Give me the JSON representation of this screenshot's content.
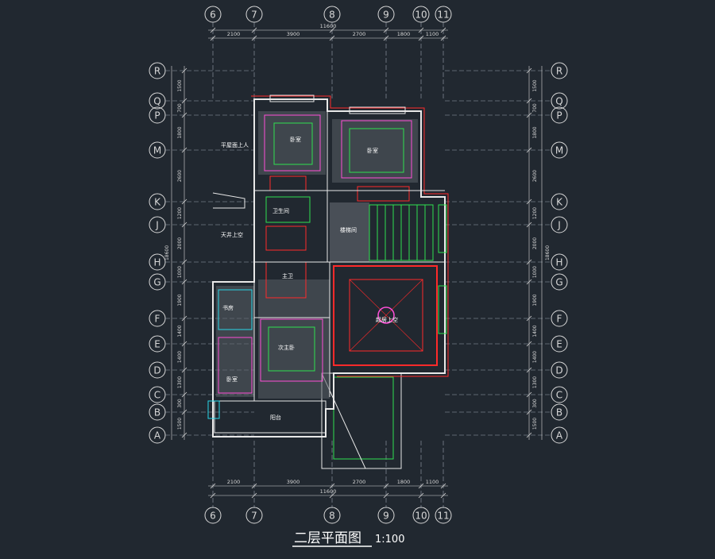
{
  "title": {
    "main": "二层平面图",
    "scale": "1:100"
  },
  "colors": {
    "bg": "#212830",
    "axis": "#d8d8d8",
    "grid": "#9aa3ad",
    "wall": "#e8e8e8",
    "red": "#ff2a2a",
    "magenta": "#ff4fd8",
    "green": "#2fe04f",
    "cyan": "#28d6e8",
    "hatch": "#8c8c8c",
    "yellow": "#f0e040"
  },
  "axes_top": {
    "labels": [
      "6",
      "7",
      "8",
      "9",
      "10",
      "11"
    ],
    "segments": [
      "2100",
      "3900",
      "2700",
      "1800",
      "1100"
    ],
    "total": "11600"
  },
  "axes_bottom": {
    "labels": [
      "6",
      "7",
      "8",
      "9",
      "10",
      "11"
    ],
    "segments": [
      "2100",
      "3900",
      "2700",
      "1800",
      "1100"
    ],
    "total": "11600"
  },
  "axes_side": {
    "labels": [
      "R",
      "Q",
      "P",
      "M",
      "K",
      "J",
      "H",
      "G",
      "F",
      "E",
      "D",
      "C",
      "B",
      "A"
    ],
    "segments": [
      "1500",
      "700",
      "1800",
      "2600",
      "1200",
      "2000",
      "1000",
      "1900",
      "1400",
      "1400",
      "1300",
      "300",
      "1500"
    ],
    "total": "18600"
  },
  "rooms": [
    {
      "key": "bed_ne",
      "label": "卧室"
    },
    {
      "key": "bed_nw",
      "label": "卧室"
    },
    {
      "key": "bath_n",
      "label": "卫生间"
    },
    {
      "key": "hall",
      "label": "楼梯间"
    },
    {
      "key": "master_bath",
      "label": "主卫"
    },
    {
      "key": "study",
      "label": "书房"
    },
    {
      "key": "master_bed",
      "label": "次主卧"
    },
    {
      "key": "living_void",
      "label": "起居上空"
    },
    {
      "key": "bed_sw",
      "label": "卧室"
    },
    {
      "key": "terrace",
      "label": "阳台"
    }
  ],
  "notes": [
    {
      "key": "roof_n",
      "label": "平屋面上人"
    },
    {
      "key": "roof_w",
      "label": "天井上空"
    }
  ]
}
